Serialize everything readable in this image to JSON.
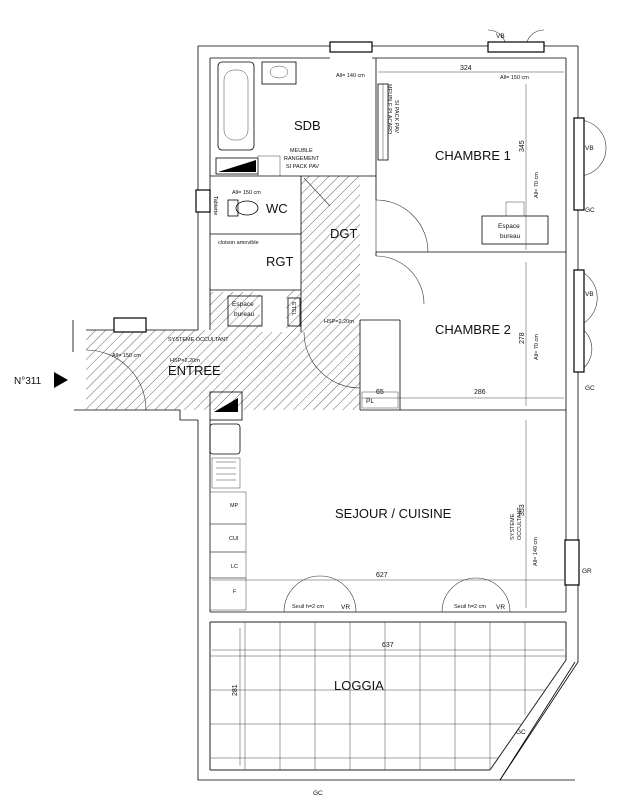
{
  "unit_label": "N°311",
  "rooms": {
    "sdb": "SDB",
    "wc": "WC",
    "dgt": "DGT",
    "rgt": "RGT",
    "chambre1": "CHAMBRE  1",
    "chambre2": "CHAMBRE  2",
    "entree": "ENTREE",
    "sejour": "SEJOUR / CUISINE",
    "loggia": "LOGGIA"
  },
  "notes": {
    "meuble_rangement": [
      "MEUBLE",
      "RANGEMENT",
      "SI PACK PAV"
    ],
    "meuble_placard": [
      "MEUBLE PLACARD",
      "SI PACK PAV"
    ],
    "espace_bureau_ch1": [
      "Espace",
      "bureau"
    ],
    "espace_bureau_entree": [
      "Espace",
      "bureau"
    ],
    "systeme_occultant_entree": "SYSTEME OCCULTANT",
    "systeme_occultant_sejour": [
      "SYSTEME",
      "OCCULTANT"
    ],
    "cloison_amovible": "cloison amovible",
    "tablette": "Tablette",
    "etel": "ETEL",
    "pl": "PL",
    "hsp_dgt": "HSP=2,20m",
    "hsp_entree": "HSP=2,20m"
  },
  "allege": {
    "sdb": "All= 140 cm",
    "ch1_top": "All= 150 cm",
    "wc": "All= 150 cm",
    "ch1_side": "All= 70 cm",
    "ch2_side": "All= 70 cm",
    "entree": "All= 150 cm",
    "sejour": "All= 140 cm"
  },
  "dimensions": {
    "ch1_width": "324",
    "ch1_height": "345",
    "ch2_height": "278",
    "pl_width": "65",
    "ch2_width": "286",
    "sejour_height": "353",
    "sejour_width": "627",
    "loggia_width": "637",
    "loggia_height": "281"
  },
  "window_codes": {
    "vb_top": "VB",
    "vb_ch1": "VB",
    "gc_ch1": "GC",
    "vb_ch2": "VB",
    "gc_ch2": "GC",
    "gr_sejour": "GR",
    "vr_left": "VR",
    "vr_right": "VR",
    "gc_loggia_side": "GC",
    "gc_loggia_bottom": "GC"
  },
  "thresholds": {
    "left": "Seuil h=2 cm",
    "right": "Seuil h=2 cm"
  },
  "kitchen": {
    "mp": "MP",
    "cui": "CUI",
    "lc": "LC",
    "f": "F"
  },
  "colors": {
    "wall": "#000000",
    "hatch": "#555555",
    "background": "#ffffff"
  }
}
